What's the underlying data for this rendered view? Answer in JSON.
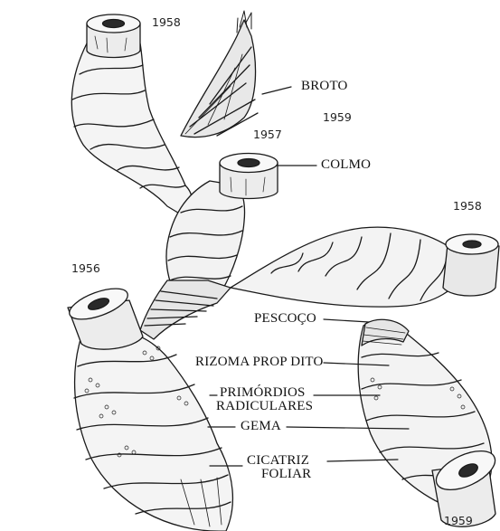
{
  "diagram": {
    "labels": {
      "broto": "BROTO",
      "colmo": "COLMO",
      "pescoco": "PESCOÇO",
      "rizoma": "RIZOMA PROP DITO",
      "primordios_1": "PRIMÓRDIOS",
      "primordios_2": "RADICULARES",
      "gema": "GEMA",
      "cicatriz_1": "CICATRIZ",
      "cicatriz_2": "FOLIAR"
    },
    "years": {
      "top": "1958",
      "broto": "1959",
      "middle": "1957",
      "right": "1958",
      "left": "1956",
      "bottom": "1959"
    }
  }
}
